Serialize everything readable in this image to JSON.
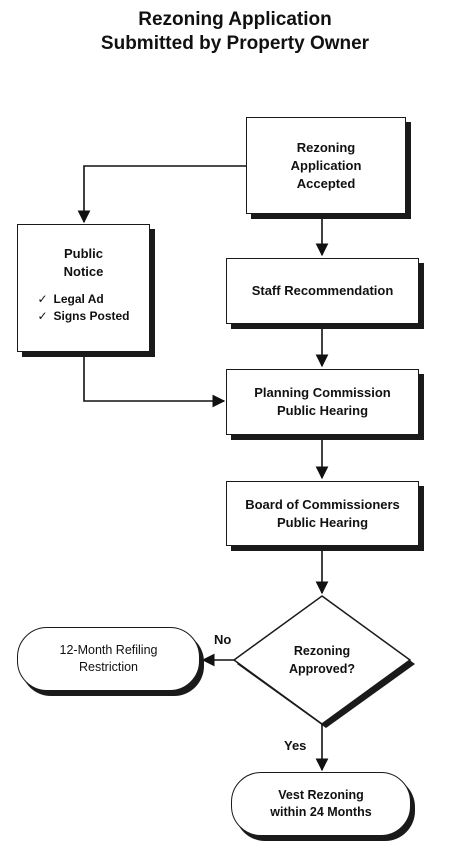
{
  "title": {
    "line1": "Rezoning Application",
    "line2": "Submitted by Property Owner"
  },
  "nodes": {
    "application_accepted": {
      "line1": "Rezoning",
      "line2": "Application",
      "line3": "Accepted"
    },
    "public_notice": {
      "line1": "Public",
      "line2": "Notice",
      "checklist": [
        {
          "mark": "✓",
          "text": "Legal Ad"
        },
        {
          "mark": "✓",
          "text": "Signs Posted"
        }
      ]
    },
    "staff_recommendation": {
      "label": "Staff Recommendation"
    },
    "planning_hearing": {
      "line1": "Planning Commission",
      "line2": "Public Hearing"
    },
    "board_hearing": {
      "line1": "Board of Commissioners",
      "line2": "Public Hearing"
    },
    "decision": {
      "line1": "Rezoning",
      "line2": "Approved?"
    },
    "refiling": {
      "line1": "12-Month Refiling",
      "line2": "Restriction"
    },
    "vest": {
      "line1": "Vest Rezoning",
      "line2": "within 24 Months"
    }
  },
  "branches": {
    "no": "No",
    "yes": "Yes"
  }
}
